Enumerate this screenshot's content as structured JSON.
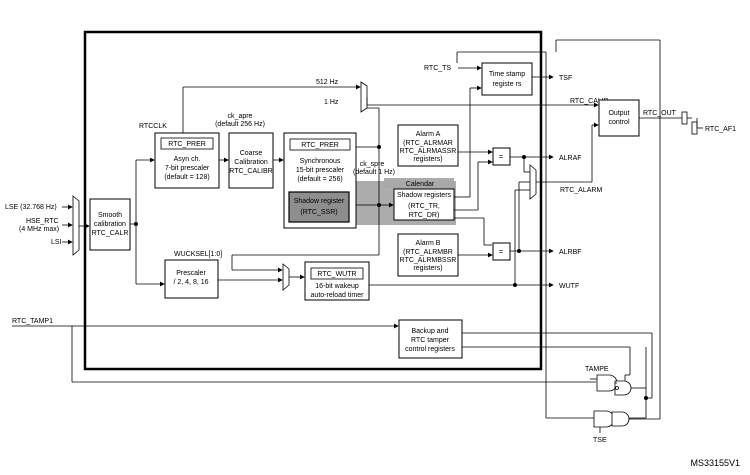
{
  "figure_id": "MS33155V1",
  "inputs": {
    "lse": "LSE (32.768 Hz)",
    "hse_rtc": "HSE_RTC",
    "hse_rtc_detail": "(4 MHz max)",
    "lsi": "LSI",
    "rtc_tamp1": "RTC_TAMP1",
    "rtc_ts": "RTC_TS"
  },
  "signals": {
    "rtcclk": "RTCCLK",
    "ck_apre": "ck_apre",
    "ck_apre_default": "(default 256 Hz)",
    "freq_512": "512 Hz",
    "freq_1": "1 Hz",
    "ck_spre": "ck_spre",
    "ck_spre_default": "(default 1 Hz)",
    "wucksel": "WUCKSEL[1:0]",
    "tampe": "TAMPE",
    "tse": "TSE"
  },
  "outputs": {
    "tsf": "TSF",
    "rtc_calib": "RTC_CALIB",
    "rtc_out": "RTC_OUT",
    "rtc_af1": "RTC_AF1",
    "alraf": "ALRAF",
    "rtc_alarm": "RTC_ALARM",
    "alrbf": "ALRBF",
    "wutf": "WUTF"
  },
  "blocks": {
    "smooth_cal": [
      "Smooth",
      "calibration",
      "RTC_CALR"
    ],
    "async_reg": "RTC_PRER",
    "async_desc": [
      "Asyn ch.",
      "7-bit prescaler",
      "(default = 128)"
    ],
    "coarse_cal": [
      "Coarse",
      "Calibration",
      "RTC_CALIBR"
    ],
    "sync_reg": "RTC_PRER",
    "sync_desc": [
      "Synchronous",
      "15-bit prescaler",
      "(default = 256)"
    ],
    "shadow_ssr": [
      "Shadow register",
      "(RTC_SSR)"
    ],
    "calendar_title": "Calendar",
    "shadow_cal": [
      "Shadow registers",
      "(RTC_TR,",
      "RTC_DR)"
    ],
    "timestamp": [
      "Time stamp",
      "registe rs"
    ],
    "alarm_a": [
      "Alarm A",
      "(RTC_ALRMAR",
      "RTC_ALRMASSR",
      "registers)"
    ],
    "alarm_b": [
      "Alarm B",
      "(RTC_ALRMBR",
      "RTC_ALRMBSSR",
      "registers)"
    ],
    "compare": "=",
    "wakeup_pre": [
      "Prescaler",
      "/ 2, 4, 8, 16"
    ],
    "wutr_reg": "RTC_WUTR",
    "wutr_desc": [
      "16-bit wakeup",
      "auto-reload timer"
    ],
    "output_ctrl": [
      "Output",
      "control"
    ],
    "backup": [
      "Backup and",
      "RTC tamper",
      "control registers"
    ]
  }
}
